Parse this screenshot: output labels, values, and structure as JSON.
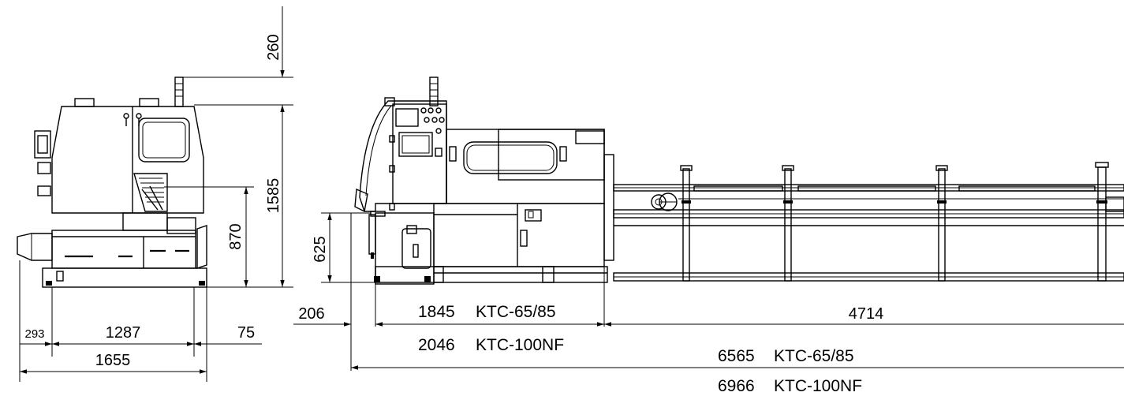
{
  "dimensions": {
    "side_view": {
      "top_clearance": "260",
      "overall_height": "1585",
      "work_height": "870",
      "left_overhang": "293",
      "base_depth": "1287",
      "right_overhang": "75",
      "overall_depth": "1655"
    },
    "front_view": {
      "feed_height": "625",
      "front_offset": "206",
      "length_a_value": "1845",
      "length_a_model": "KTC-65/85",
      "length_b_value": "2046",
      "length_b_model": "KTC-100NF",
      "conveyor_length": "4714",
      "overall_a_value": "6565",
      "overall_a_model": "KTC-65/85",
      "overall_b_value": "6966",
      "overall_b_model": "KTC-100NF"
    }
  }
}
